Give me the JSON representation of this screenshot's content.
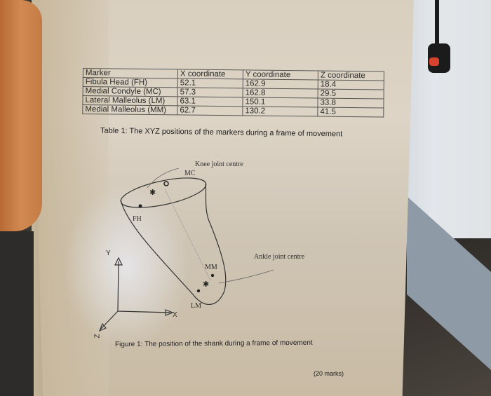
{
  "photo": {
    "subject": "Printed exam sheet held by hand",
    "colors": {
      "paper": "#d9cfbf",
      "wall": "#e0e4e7",
      "floor": "#3a3632",
      "skin": "#c47c44",
      "plug_light": "#d8432e"
    }
  },
  "table": {
    "headers": [
      "Marker",
      "X coordinate",
      "Y coordinate",
      "Z coordinate"
    ],
    "rows": [
      {
        "marker": "Fibula Head (FH)",
        "x": "52.1",
        "y": "162.9",
        "z": "18.4"
      },
      {
        "marker": "Medial Condyle (MC)",
        "x": "57.3",
        "y": "162.8",
        "z": "29.5"
      },
      {
        "marker": "Lateral Malleolus (LM)",
        "x": "63.1",
        "y": "150.1",
        "z": "33.8"
      },
      {
        "marker": "Medial Malleolus (MM)",
        "x": "62.7",
        "y": "130.2",
        "z": "41.5"
      }
    ],
    "caption": "Table 1: The XYZ positions of the markers during a frame of movement"
  },
  "figure": {
    "labels": {
      "knee": "Knee joint centre",
      "mc": "MC",
      "fh": "FH",
      "mm": "MM",
      "lm": "LM",
      "ankle": "Ankle joint centre",
      "axis_y": "Y",
      "axis_x": "X",
      "axis_z": "Z"
    },
    "caption": "Figure 1: The position of the shank during a frame of movement"
  },
  "marks": "(20 marks)"
}
